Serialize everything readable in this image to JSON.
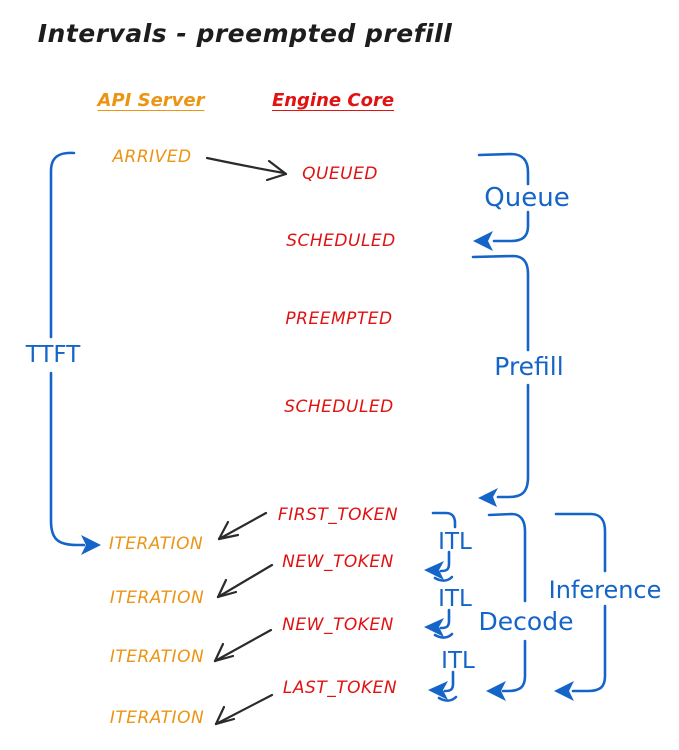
{
  "title": "Intervals - preempted prefill",
  "columns": {
    "api_server": {
      "header": "API Server"
    },
    "engine_core": {
      "header": "Engine Core"
    }
  },
  "api_events": {
    "arrived": "ARRIVED",
    "iteration_1": "ITERATION",
    "iteration_2": "ITERATION",
    "iteration_3": "ITERATION",
    "iteration_4": "ITERATION"
  },
  "engine_events": {
    "queued": "QUEUED",
    "scheduled_1": "SCHEDULED",
    "preempted": "PREEMPTED",
    "scheduled_2": "SCHEDULED",
    "first_token": "FIRST_TOKEN",
    "new_token_1": "NEW_TOKEN",
    "new_token_2": "NEW_TOKEN",
    "last_token": "LAST_TOKEN"
  },
  "intervals": {
    "ttft": "TTFT",
    "queue": "Queue",
    "prefill": "Prefill",
    "itl_1": "ITL",
    "itl_2": "ITL",
    "itl_3": "ITL",
    "decode": "Decode",
    "inference": "Inference"
  },
  "colors": {
    "orange": "#EC9413",
    "red": "#E01212",
    "blue": "#1564C8",
    "black": "#2B2B2B"
  }
}
